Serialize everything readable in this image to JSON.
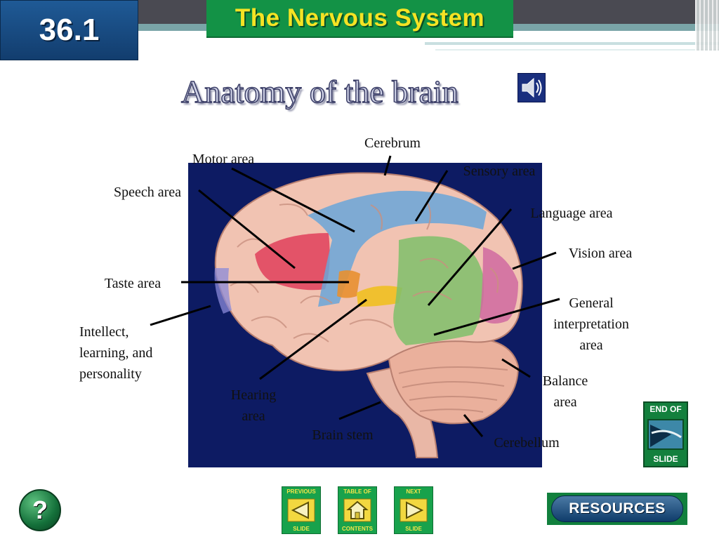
{
  "header": {
    "section_number": "36.1",
    "chapter_title": "The Nervous System"
  },
  "slide": {
    "title": "Anatomy of the brain"
  },
  "diagram": {
    "labels": {
      "cerebrum": "Cerebrum",
      "motor_area": "Motor area",
      "sensory_area": "Sensory area",
      "speech_area": "Speech area",
      "language_area": "Language area",
      "vision_area": "Vision area",
      "taste_area": "Taste area",
      "general_interpretation_area": [
        "General",
        "interpretation",
        "area"
      ],
      "intellect": [
        "Intellect,",
        "learning, and",
        "personality"
      ],
      "balance_area": [
        "Balance",
        "area"
      ],
      "hearing_area": [
        "Hearing",
        "area"
      ],
      "brain_stem": "Brain stem",
      "cerebellum": "Cerebellum"
    },
    "region_colors": {
      "motor": "#e0405a",
      "sensory": "#6aa6d8",
      "language": "#7fc06a",
      "vision": "#d06aa0",
      "taste": "#e89030",
      "hearing": "#f0c020",
      "intellect": "#8a8ad8",
      "brain": "#f1c3b2",
      "background": "#0d1b63"
    }
  },
  "navigation": {
    "previous": [
      "PREVIOUS",
      "SLIDE"
    ],
    "contents": [
      "TABLE OF",
      "CONTENTS"
    ],
    "next": [
      "NEXT",
      "SLIDE"
    ],
    "end_of_slide": [
      "END OF",
      "SLIDE"
    ],
    "resources": "RESOURCES",
    "help": "?"
  }
}
